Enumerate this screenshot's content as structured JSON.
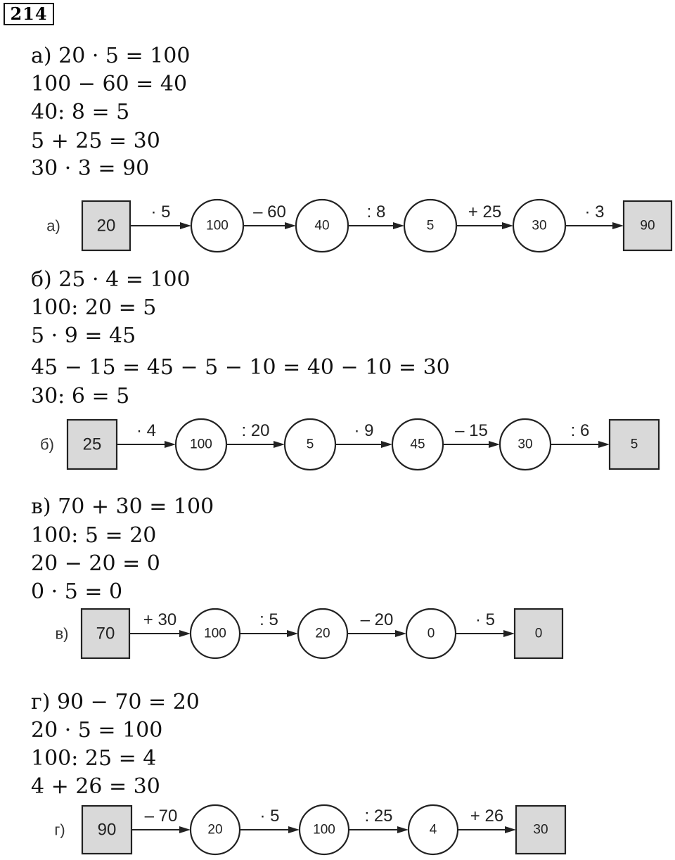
{
  "problem_number": "214",
  "sections": [
    {
      "equations": [
        "а) 20 · 5 = 100",
        "100 − 60 = 40",
        "40: 8 = 5",
        "5 + 25 = 30",
        "30 · 3 = 90"
      ],
      "chain": {
        "label": "а)",
        "start": "20",
        "nodes": [
          "100",
          "40",
          "5",
          "30"
        ],
        "end": "90",
        "ops": [
          "· 5",
          "– 60",
          ": 8",
          "+ 25",
          "· 3"
        ]
      }
    },
    {
      "equations": [
        "б) 25 · 4 = 100",
        "100: 20 = 5",
        "5 · 9 = 45",
        "45 − 15 = 45 − 5 − 10 = 40 − 10 = 30",
        "30: 6 = 5"
      ],
      "chain": {
        "label": "б)",
        "start": "25",
        "nodes": [
          "100",
          "5",
          "45",
          "30"
        ],
        "end": "5",
        "ops": [
          "· 4",
          ": 20",
          "· 9",
          "– 15",
          ": 6"
        ]
      }
    },
    {
      "equations": [
        "в) 70 + 30 = 100",
        "100: 5 = 20",
        "20 − 20 = 0",
        "0 · 5 = 0"
      ],
      "chain": {
        "label": "в)",
        "start": "70",
        "nodes": [
          "100",
          "20",
          "0"
        ],
        "end": "0",
        "ops": [
          "+ 30",
          ": 5",
          "– 20",
          "· 5"
        ]
      }
    },
    {
      "equations": [
        "г) 90 − 70 = 20",
        "20 · 5 = 100",
        "100: 25 = 4",
        "4 + 26 = 30"
      ],
      "chain": {
        "label": "г)",
        "start": "90",
        "nodes": [
          "20",
          "100",
          "4"
        ],
        "end": "30",
        "ops": [
          "– 70",
          "· 5",
          ": 25",
          "+ 26"
        ]
      }
    }
  ]
}
